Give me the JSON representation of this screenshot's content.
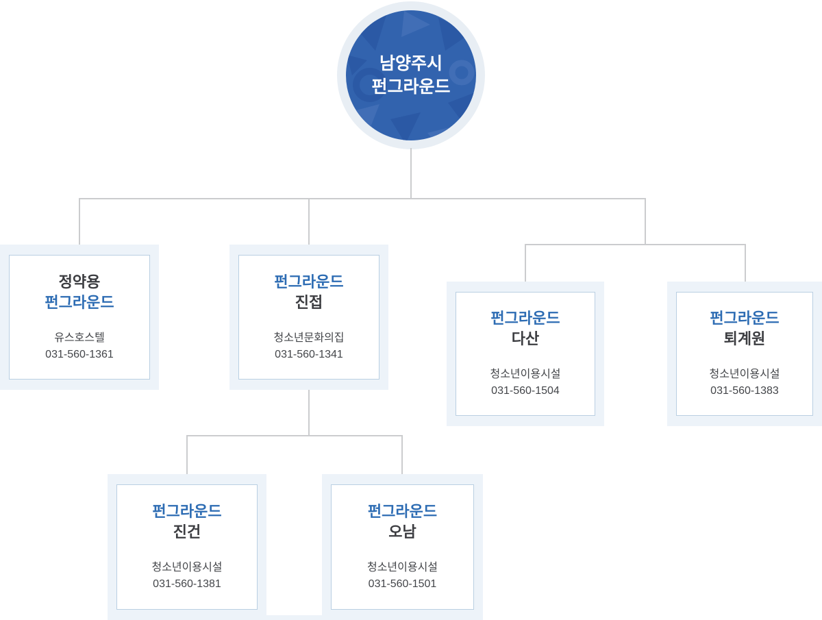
{
  "colors": {
    "primary_blue": "#3263ae",
    "pattern_dark": "#2b59a5",
    "pattern_light": "#416eb6",
    "ring": "#e8eef4",
    "title_blue": "#2d6cb3",
    "text_dark": "#3b3c40",
    "text_sub": "#434549",
    "box_bg": "#edf3f9",
    "box_border": "#b9cfe2",
    "line": "#cbccce"
  },
  "root_node": {
    "line1": "남양주시",
    "line2": "펀그라운드"
  },
  "nodes": [
    {
      "name_line1": "정약용",
      "name_line2": "펀그라운드",
      "facility": "유스호스텔",
      "phone": "031-560-1361"
    },
    {
      "name_line1": "펀그라운드",
      "name_line2": "진접",
      "facility": "청소년문화의집",
      "phone": "031-560-1341"
    },
    {
      "name_line1": "펀그라운드",
      "name_line2": "다산",
      "facility": "청소년이용시설",
      "phone": "031-560-1504"
    },
    {
      "name_line1": "펀그라운드",
      "name_line2": "퇴계원",
      "facility": "청소년이용시설",
      "phone": "031-560-1383"
    },
    {
      "name_line1": "펀그라운드",
      "name_line2": "진건",
      "facility": "청소년이용시설",
      "phone": "031-560-1381"
    },
    {
      "name_line1": "펀그라운드",
      "name_line2": "오남",
      "facility": "청소년이용시설",
      "phone": "031-560-1501"
    }
  ]
}
